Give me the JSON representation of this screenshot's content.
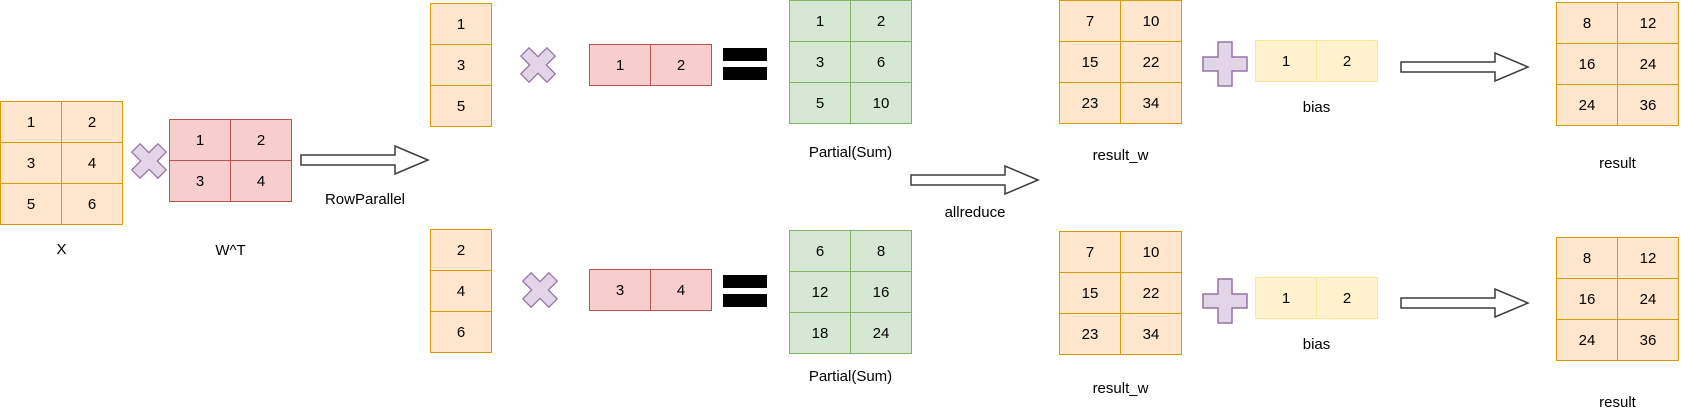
{
  "palette": {
    "orange_fill": "#ffe6cc",
    "orange_border": "#d79b00",
    "pink_fill": "#f8cecc",
    "pink_border": "#b85450",
    "green_fill": "#d5e8d4",
    "green_border": "#82b366",
    "yellow_fill": "#fff2cc",
    "yellow_border": "#ffe599",
    "purple_fill": "#e1d5e7",
    "purple_border": "#9673a6",
    "arrow_stroke": "#3b3b3b",
    "equals_color": "#000000"
  },
  "labels": {
    "x": "X",
    "w_t": "W^T",
    "row_parallel": "RowParallel",
    "partial_sum": "Partial(Sum)",
    "allreduce": "allreduce",
    "result_w": "result_w",
    "bias": "bias",
    "result": "result"
  },
  "operators": {
    "multiply": "×",
    "plus": "+",
    "equals": "="
  },
  "matrices": {
    "x": [
      [
        1,
        2
      ],
      [
        3,
        4
      ],
      [
        5,
        6
      ]
    ],
    "w_t": [
      [
        1,
        2
      ],
      [
        3,
        4
      ]
    ],
    "x_shard_top": [
      [
        1
      ],
      [
        3
      ],
      [
        5
      ]
    ],
    "x_shard_bottom": [
      [
        2
      ],
      [
        4
      ],
      [
        6
      ]
    ],
    "w_shard_top": [
      [
        1,
        2
      ]
    ],
    "w_shard_bottom": [
      [
        3,
        4
      ]
    ],
    "partial_top": [
      [
        1,
        2
      ],
      [
        3,
        6
      ],
      [
        5,
        10
      ]
    ],
    "partial_bottom": [
      [
        6,
        8
      ],
      [
        12,
        16
      ],
      [
        18,
        24
      ]
    ],
    "result_w_top": [
      [
        7,
        10
      ],
      [
        15,
        22
      ],
      [
        23,
        34
      ]
    ],
    "result_w_bottom": [
      [
        7,
        10
      ],
      [
        15,
        22
      ],
      [
        23,
        34
      ]
    ],
    "bias_top": [
      [
        1,
        2
      ]
    ],
    "bias_bottom": [
      [
        1,
        2
      ]
    ],
    "result_top": [
      [
        8,
        12
      ],
      [
        16,
        24
      ],
      [
        24,
        36
      ]
    ],
    "result_bottom": [
      [
        8,
        12
      ],
      [
        16,
        24
      ],
      [
        24,
        36
      ]
    ]
  }
}
